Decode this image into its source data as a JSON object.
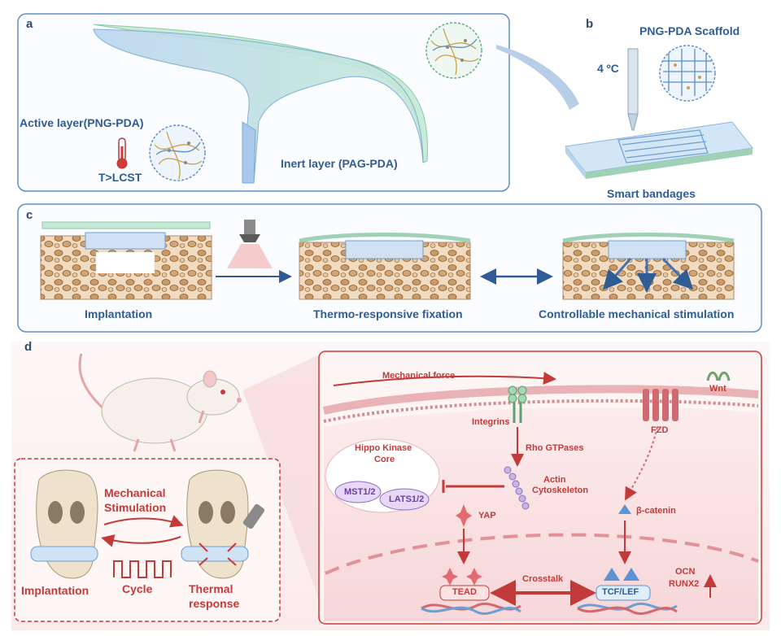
{
  "panel_a": {
    "letter": "a",
    "active_layer": "Active layer(PNG-PDA)",
    "trigger": "T>LCST",
    "inert_layer": "Inert layer (PAG-PDA)"
  },
  "panel_b": {
    "letter": "b",
    "scaffold": "PNG-PDA Scaffold",
    "temperature": "4 ºC",
    "caption": "Smart bandages"
  },
  "panel_c": {
    "letter": "c",
    "step1": "Implantation",
    "step2": "Thermo-responsive fixation",
    "step3": "Controllable mechanical stimulation"
  },
  "panel_d": {
    "letter": "d",
    "cycle": {
      "mechanical": "Mechanical",
      "stimulation": "Stimulation",
      "implantation": "Implantation",
      "cycle": "Cycle",
      "thermal": "Thermal",
      "response": "response"
    },
    "pathway": {
      "mechanical_force": "Mechanical force",
      "wnt": "Wnt",
      "integrins": "Integrins",
      "fzd": "FZD",
      "rho": "Rho GTPases",
      "hippo1": "Hippo Kinase",
      "hippo2": "Core",
      "mst": "MST1/2",
      "lats": "LATS1/2",
      "actin1": "Actin",
      "actin2": "Cytoskeleton",
      "yap": "YAP",
      "bcatenin": "β-catenin",
      "tead": "TEAD",
      "crosstalk": "Crosstalk",
      "tcf": "TCF/LEF",
      "ocn": "OCN",
      "runx2": "RUNX2"
    }
  },
  "colors": {
    "panel_border": "#5f8fc9",
    "red_panel_border": "#c93a3a",
    "label_blue": "#2f5c94",
    "label_red": "#c23a3a",
    "bone": "#d8b48a",
    "film_blue": "#b9d7ef",
    "film_green": "#bfe6cf"
  }
}
